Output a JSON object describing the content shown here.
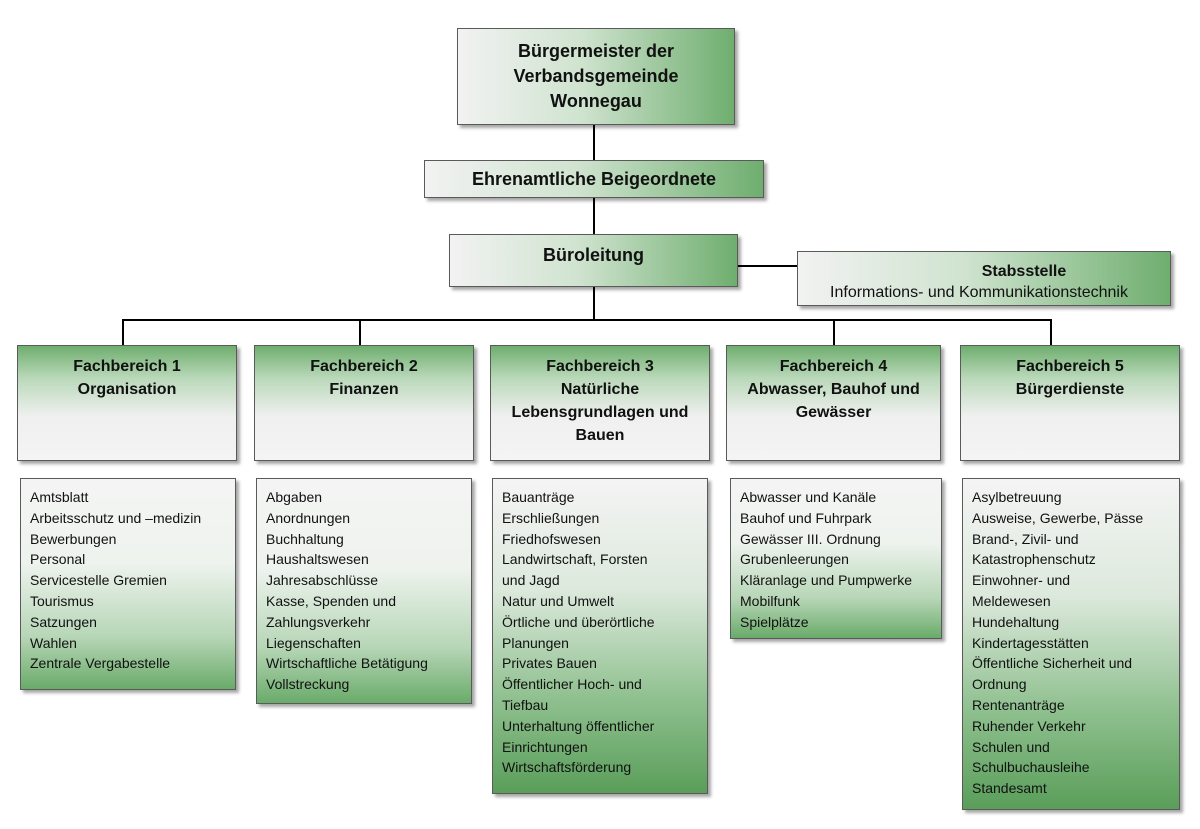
{
  "top": {
    "lines": [
      "Bürgermeister der",
      "Verbandsgemeinde",
      "Wonnegau"
    ]
  },
  "beigeordnete": "Ehrenamtliche Beigeordnete",
  "bueroleitung": "Büroleitung",
  "stabsstelle": {
    "title": "Stabsstelle",
    "subtitle": "Informations- und Kommunikationstechnik"
  },
  "departments": [
    {
      "title_lines": [
        "Fachbereich 1",
        "Organisation"
      ],
      "items": [
        "Amtsblatt",
        "Arbeitsschutz und –medizin",
        "Bewerbungen",
        "Personal",
        "Servicestelle Gremien",
        "Tourismus",
        "Satzungen",
        "Wahlen",
        "Zentrale Vergabestelle"
      ]
    },
    {
      "title_lines": [
        "Fachbereich 2",
        "Finanzen"
      ],
      "items": [
        "Abgaben",
        "Anordnungen",
        "Buchhaltung",
        "Haushaltswesen",
        "Jahresabschlüsse",
        "Kasse, Spenden und",
        "Zahlungsverkehr",
        "Liegenschaften",
        "Wirtschaftliche Betätigung",
        "Vollstreckung"
      ]
    },
    {
      "title_lines": [
        "Fachbereich 3",
        "Natürliche",
        "Lebensgrundlagen und",
        "Bauen"
      ],
      "items": [
        "Bauanträge",
        "Erschließungen",
        "Friedhofswesen",
        "Landwirtschaft, Forsten",
        "und Jagd",
        "Natur und Umwelt",
        "Örtliche und überörtliche",
        "Planungen",
        "Privates Bauen",
        "Öffentlicher Hoch- und",
        "Tiefbau",
        "Unterhaltung öffentlicher",
        "Einrichtungen",
        "Wirtschaftsförderung"
      ]
    },
    {
      "title_lines": [
        "Fachbereich 4",
        "Abwasser, Bauhof und",
        "Gewässer"
      ],
      "items": [
        "Abwasser und Kanäle",
        "Bauhof und Fuhrpark",
        "Gewässer III. Ordnung",
        "Grubenleerungen",
        "Kläranlage und Pumpwerke",
        "Mobilfunk",
        "Spielplätze"
      ]
    },
    {
      "title_lines": [
        "Fachbereich 5",
        "Bürgerdienste"
      ],
      "items": [
        "Asylbetreuung",
        "Ausweise, Gewerbe, Pässe",
        "Brand-, Zivil- und",
        "Katastrophenschutz",
        "Einwohner- und",
        "Meldewesen",
        "Hundehaltung",
        "Kindertagesstätten",
        "Öffentliche Sicherheit und",
        "Ordnung",
        "Rentenanträge",
        "Ruhender Verkehr",
        "Schulen und",
        "Schulbuchausleihe",
        "Standesamt"
      ]
    }
  ]
}
